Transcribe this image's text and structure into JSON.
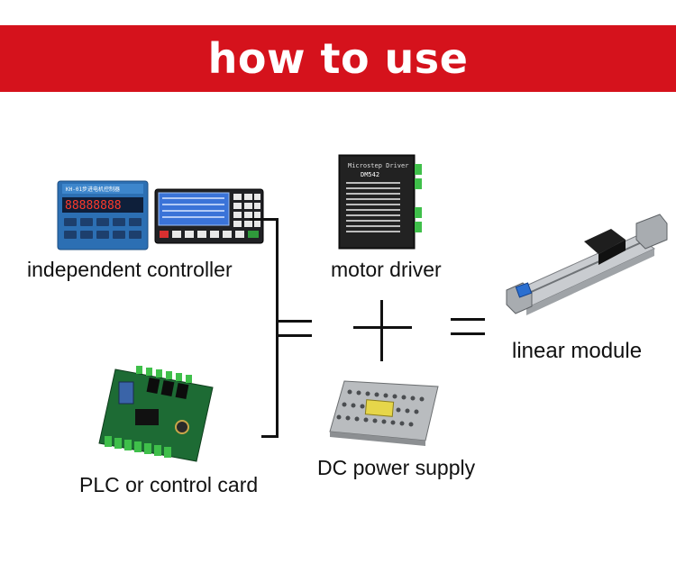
{
  "header": {
    "title": "how to use",
    "background_color": "#d5121c"
  },
  "labels": {
    "independent_controller": "independent controller",
    "plc": "PLC or control card",
    "motor_driver": "motor driver",
    "dc_power": "DC power supply",
    "linear_module": "linear module"
  },
  "devices": {
    "controller_panel_text": "KH-01步进电机控制器",
    "controller_display": "88888888",
    "driver_brand": "Microstep Driver",
    "driver_model": "DM542"
  },
  "symbols": [
    "bracket",
    "equals",
    "plus",
    "equals"
  ]
}
